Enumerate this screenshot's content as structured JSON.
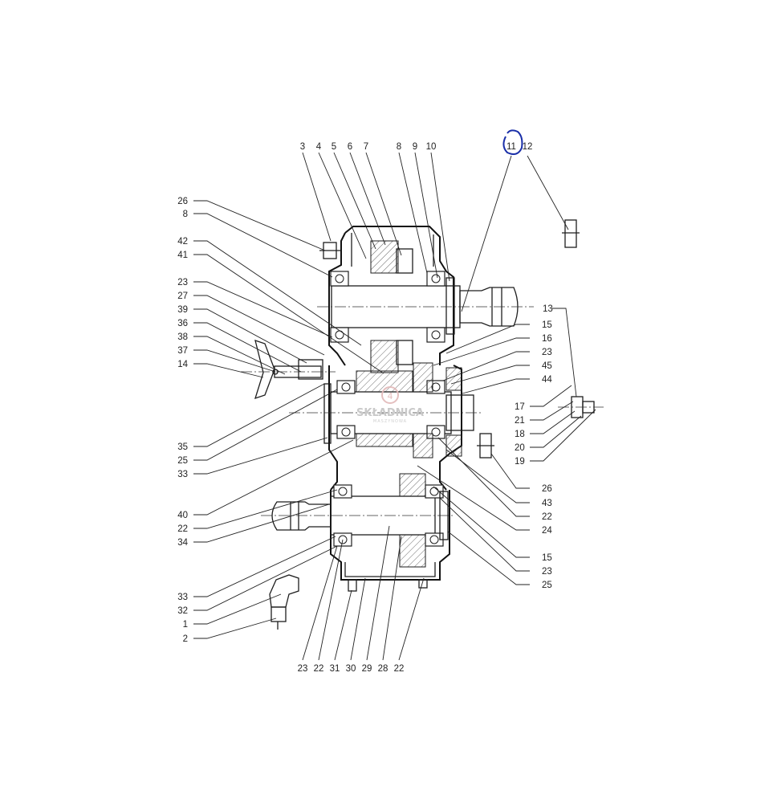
{
  "diagram": {
    "callouts": {
      "top": [
        "3",
        "4",
        "5",
        "6",
        "7",
        "8",
        "9",
        "10",
        "11",
        "12"
      ],
      "left": [
        "26",
        "8",
        "42",
        "41",
        "23",
        "27",
        "39",
        "36",
        "38",
        "37",
        "14",
        "35",
        "25",
        "33",
        "40",
        "22",
        "34",
        "33",
        "32",
        "1",
        "2"
      ],
      "right": [
        "13",
        "15",
        "16",
        "23",
        "45",
        "44",
        "17",
        "21",
        "18",
        "20",
        "19",
        "26",
        "43",
        "22",
        "24",
        "15",
        "23",
        "25"
      ],
      "bottom": [
        "23",
        "22",
        "31",
        "30",
        "29",
        "28",
        "22"
      ]
    },
    "highlighted_callout": "11",
    "highlight_color": "#1a2fa8",
    "watermark": {
      "name": "SKŁADNICA",
      "sub": "MASZYNOWA"
    }
  }
}
